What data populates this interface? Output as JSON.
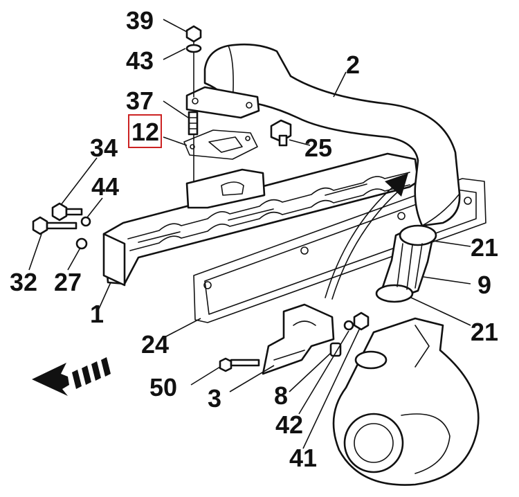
{
  "labels": {
    "l39": "39",
    "l43": "43",
    "l37": "37",
    "l12": "12",
    "l34": "34",
    "l44": "44",
    "l32": "32",
    "l27": "27",
    "l1": "1",
    "l24": "24",
    "l2": "2",
    "l25": "25",
    "l21a": "21",
    "l9": "9",
    "l21b": "21",
    "l50": "50",
    "l3": "3",
    "l8": "8",
    "l42": "42",
    "l41": "41"
  },
  "highlighted_part": "12",
  "colors": {
    "ink": "#111111",
    "highlight": "#cc2222",
    "background": "#ffffff"
  },
  "icons": {
    "direction_arrow": "forward-arrow-icon"
  }
}
